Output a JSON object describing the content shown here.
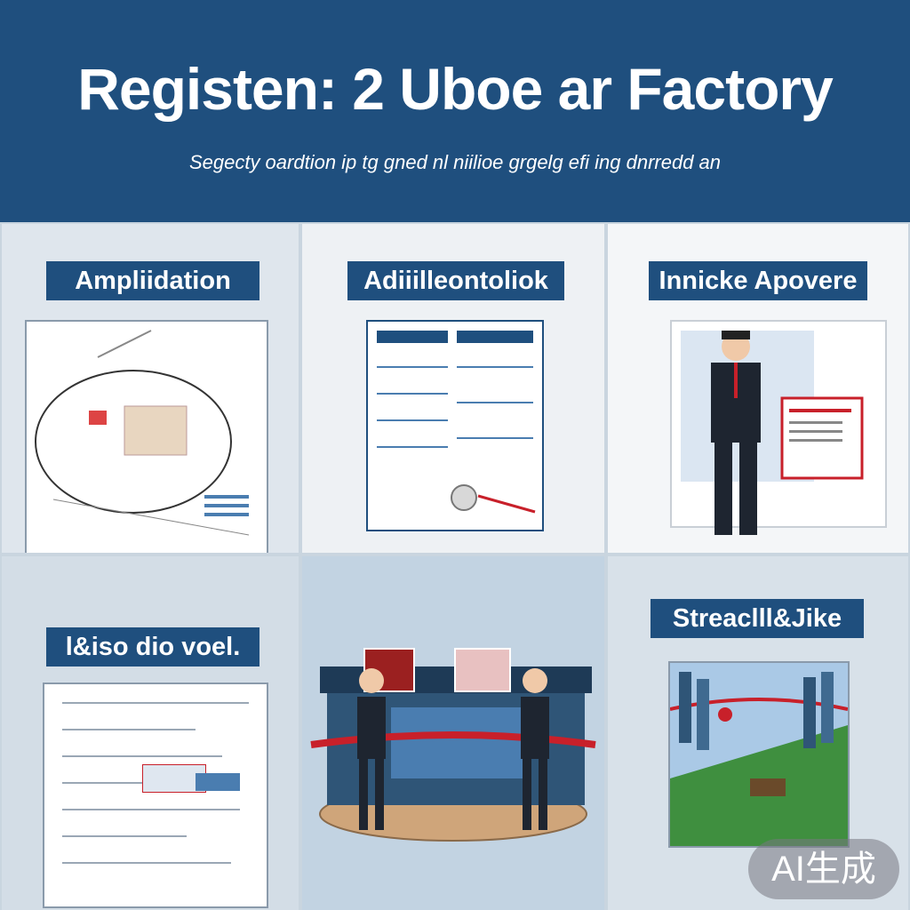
{
  "header": {
    "title": "Registen: 2 Uboe ar Factory",
    "subtitle": "Segecty oardtion ip tg gned nl niilioe grgelg efi ing dnrredd an"
  },
  "panels": [
    {
      "label": "Ampliidation"
    },
    {
      "label": "Adiiilleontoliok"
    },
    {
      "label": "Innicke Apovere"
    },
    {
      "label": "l&iso dio voel."
    },
    {
      "label": ""
    },
    {
      "label": "Streaclll&Jike"
    }
  ],
  "badge": {
    "text": "AI生成"
  },
  "colors": {
    "header": "#1f4f7e",
    "label_bg": "#1f4f7e",
    "ribbon": "#c8202a",
    "suit": "#1e2530"
  }
}
